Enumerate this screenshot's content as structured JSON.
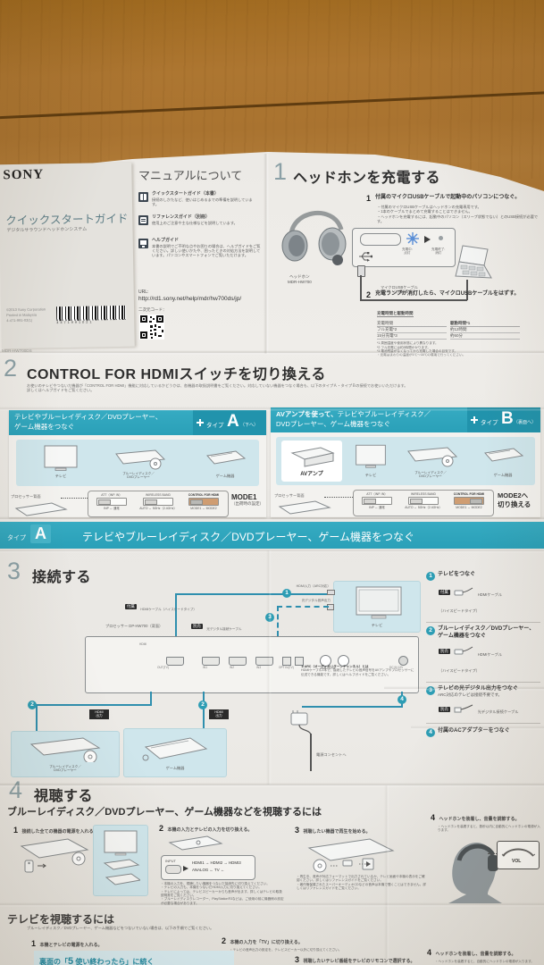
{
  "colors": {
    "teal": "#2ea6bd",
    "teal_dark": "#2193ac",
    "panel_cyan": "#cfe6ec",
    "badge_black": "#2a2a2a",
    "paper": "#eceae6",
    "wood": "#a87330"
  },
  "cover": {
    "logo": "SONY",
    "title": "クイックスタートガイド",
    "subtitle": "デジタルサラウンドヘッドホンシステム",
    "copy1": "©2013 Sony Corporation",
    "copy2": "Printed in Malaysia",
    "part": "4-471-991-02(1)",
    "barcode_digits": "4471991021",
    "model_edge": "MDR-HW700DS"
  },
  "manual": {
    "title": "マニュアルについて",
    "items": [
      {
        "label": "クイックスタートガイド（本書）",
        "desc": "接続のしかたなど、使いはじめるまでの準備を説明しています。"
      },
      {
        "label": "リファレンスガイド（別冊）",
        "desc": "使用上のご注意や主な仕様などを説明しています。"
      },
      {
        "label": "ヘルプガイド",
        "desc": "本書の説明でご不明な点やお困りの場合は、ヘルプガイドをご覧ください。詳しい使いかたや、困ったときの対処方法を説明しています。パソコンやスマートフォンでご覧いただけます。"
      }
    ],
    "url_label": "URL:",
    "url": "http://rd1.sony.net/help/mdr/hw700ds/jp/",
    "qr_label": "二次元コード："
  },
  "s1": {
    "num": "1",
    "title": "ヘッドホンを充電する",
    "step1_n": "1",
    "step1": "付属のマイクロUSBケーブルで起動中のパソコンにつなぐ。",
    "notes": [
      "・付属のマイクロUSBケーブルはヘッドホンの充電専用です。",
      "・1本のケーブルでまとめて充電することはできません。",
      "・ヘッドホンを充電するには、起動中のパソコン（スリープ状態でない）とのUSB接続が必要です。"
    ],
    "hp1": "ヘッドホン",
    "hp2": "MDR-HW700",
    "lamp_on1": "充電中:",
    "lamp_on2": "点灯",
    "lamp_off1": "充電終了:",
    "lamp_off2": "消灯",
    "cable1": "マイクロUSBケーブル",
    "cable2": "（付属）",
    "step2_n": "2",
    "step2": "充電ランプが消灯したら、マイクロUSBケーブルをはずす。",
    "table_title": "充電時間と駆動時間",
    "col1": "充電時間",
    "col2": "駆動時間*1",
    "r1c1": "フル充電*2",
    "r1c2": "約12時間",
    "r2c1": "15分充電*3",
    "r2c2": "約60分",
    "fn": [
      "*1 周囲温度や使用状態により異なります。",
      "*2 フル充電には約3時間かかります。",
      "*3 電池残量がなくなってから充電した場合の目安です。",
      "・充電はまわりの温度が5℃〜35℃の環境で行ってください。"
    ]
  },
  "s2": {
    "num": "2",
    "title": "CONTROL FOR HDMIスイッチを切り換える",
    "note1": "お使いのテレビやつないだ機器が「CONTROL FOR HDMI」機能に対応しているかどうかは、各機器の取扱説明書をご覧ください。対応していない機器をつなぐ場合も、以下のタイプＡ・タイプＢの接続でお使いいただけます。",
    "note2": "詳しくはヘルプガイドをご覧ください。"
  },
  "switches": {
    "sw1": "ATT（INP. IN）",
    "sw1s": "INP ↔ 通常",
    "sw2": "WIRELESS BAND",
    "sw2s": "AUTO ↔ 5GHz（2.4GHz）",
    "sw3": "CONTROL FOR HDMI",
    "sw3s": "MODE1 ↔ MODE2"
  },
  "typeA": {
    "h1": "テレビやブルーレイディスク／DVDプレーヤー、",
    "h2": "ゲーム機器をつなぐ",
    "badge_t": "タイプ",
    "badge_l": "A",
    "badge_s": "（下へ）",
    "dev_tv": "テレビ",
    "dev_bd1": "ブルーレイディスク／",
    "dev_bd2": "DVDプレーヤー",
    "dev_game": "ゲーム機器",
    "rear": "プロセッサー背面",
    "mode": "MODE1",
    "mode_desc": "（出荷時の設定）"
  },
  "typeB": {
    "h1b": "AVアンプを使って、",
    "h1": "テレビやブルーレイディスク／",
    "h2": "DVDプレーヤー、ゲーム機器をつなぐ",
    "badge_t": "タイプ",
    "badge_l": "B",
    "badge_s": "（裏面へ）",
    "dev_amp": "AVアンプ",
    "dev_tv": "テレビ",
    "dev_bd1": "ブルーレイディスク／",
    "dev_bd2": "DVDプレーヤー",
    "dev_game": "ゲーム機器",
    "rear": "プロセッサー背面",
    "mode1": "MODE2へ",
    "mode2": "切り換える"
  },
  "bandA": {
    "t": "タイプ",
    "l": "A",
    "title": "テレビやブルーレイディスク／DVDプレーヤー、ゲーム機器をつなぐ"
  },
  "s3": {
    "num": "3",
    "title": "接続する",
    "proc": "プロセッサー DP-HW700（背面）",
    "tv": "テレビ",
    "tv_port1": "HDMI入力（ARC対応）",
    "tv_port2": "光デジタル音声出力",
    "c1_badge": "付属",
    "c1": "HDMIケーブル（ハイスピードタイプ）",
    "c2_badge": "別売",
    "c2": "光デジタル接続ケーブル",
    "hdmi_out1": "HDMI",
    "hdmi_out2": "出力",
    "bd1": "ブルーレイディスク／",
    "bd2": "DVDプレーヤー",
    "game": "ゲーム機器",
    "ac": "電源コンセントへ",
    "arc1": "＊ARC（オーディオリターンチャンネル）とは",
    "arc2": "HDMIケーブル1本で、接続したテレビの音声信号をAVアンプやプロセッサーに伝送できる機能です。詳しくはヘルプガイドをご覧ください。",
    "p_grp": "HDMI",
    "p_out": "OUT(TV)",
    "p_in1": "IN1",
    "p_in2": "IN2",
    "p_in3": "IN3",
    "p_opt": "OPT IN(TV)",
    "p_an": "ANALOG IN",
    "p_dc": "DC IN 12V",
    "n1": "1",
    "n2": "2",
    "n3": "3",
    "n4": "4",
    "steps": [
      {
        "n": "1",
        "t": "テレビをつなぐ",
        "badge": "付属",
        "c1": "HDMIケーブル",
        "c2": "（ハイスピードタイプ）"
      },
      {
        "n": "2",
        "t": "ブルーレイディスク／DVDプレーヤー、ゲーム機器をつなぐ",
        "badge": "別売",
        "c1": "HDMIケーブル",
        "c2": "（ハイスピードタイプ）"
      },
      {
        "n": "3",
        "t": "テレビの光デジタル出力をつなぐ",
        "t2": "ARC対応のテレビは接続不要です。",
        "badge": "別売",
        "c1": "光デジタル接続ケーブル",
        "c2": ""
      },
      {
        "n": "4",
        "t": "付属のACアダプターをつなぐ"
      }
    ]
  },
  "s4": {
    "num": "4",
    "title": "視聴する",
    "subtitle": "ブルーレイディスク／DVDプレーヤー、ゲーム機器などを視聴するには",
    "s1n": "1",
    "s1": "接続した全ての機器の電源を入れる。",
    "s2n": "2",
    "s2": "本機の入力とテレビの入力を切り換える。",
    "input": "INPUT",
    "seq1": "HDMI1 → HDMI2 → HDMI3",
    "seq2": "ANALOG ← TV ←",
    "s2notes": [
      "・本機の入力を、視聴したい機器をつないだ接続先に切り換えてください。",
      "・テレビの入力も、本機をつないだHDMI入力に切り換えてください。",
      "・テレビによっては、テレビスピーカーからも音声が出ます。詳しくはテレビの取扱説明書をご覧ください。",
      "・ブルーレイディスクレコーダー、PlayStation®3などは、ご使用の前に機器側の設定が必要な場合があります。"
    ],
    "s3n": "3",
    "s3": "視聴したい機器で再生を始める。",
    "s3notes": [
      "・再生中、音声が対応フォーマットで出力されているか、テレビ画面や本機の表示をご確認ください。詳しくはリファレンスガイドをご覧ください。",
      "・著作権保護されたスーパーオーディオCDなどの音声は本機で聞くことはできません。詳しくはリファレンスガイドをご覧ください。"
    ],
    "s4n": "4",
    "s4": "ヘッドホンを装着し、音量を調節する。",
    "s4note": "・ヘッドホンを装着すると、数秒以内に自動的にヘッドホンの電源が入ります。",
    "vol": "VOL"
  },
  "tvsec": {
    "title": "テレビを視聴するには",
    "note": "ブルーレイディスク／DVDプレーヤー、ゲーム機器などをつないでいない場合は、以下の手順でご覧ください。",
    "s1n": "1",
    "s1": "本機とテレビの電源を入れる。",
    "s2n": "2",
    "s2": "本機の入力を「TV」に切り換える。",
    "s2note": "・テレビの音声出力の設定を、テレビスピーカー以外に切り換えてください。",
    "s3n": "3",
    "s3": "視聴したいテレビ番組をテレビのリモコンで選択する。",
    "s4n": "4",
    "s4": "ヘッドホンを装着し、音量を調節する。",
    "s4note": "・ヘッドホンを装着すると、自動的にヘッドホンの電源が入ります。",
    "f1": "裏面の「",
    "f2": "5",
    "f3": " 使い終わったら」に続く"
  }
}
